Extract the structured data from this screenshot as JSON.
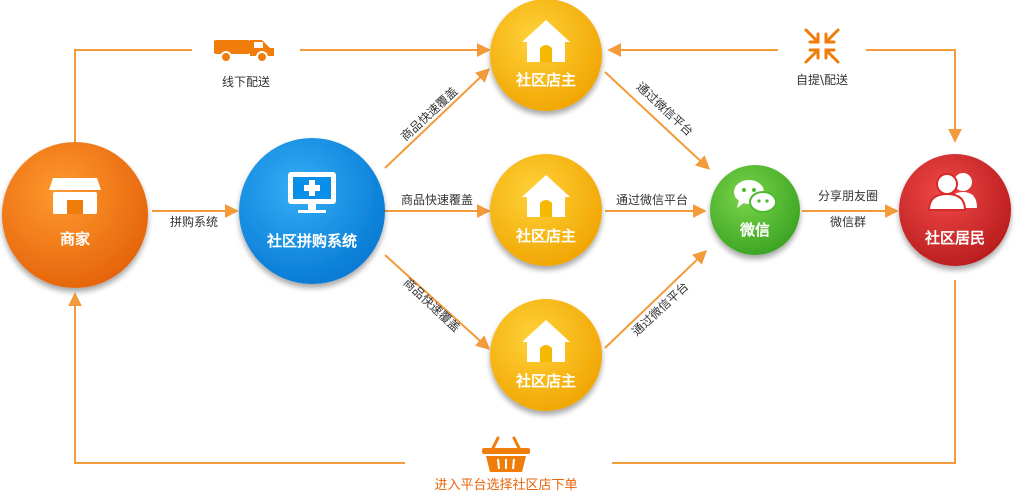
{
  "nodes": {
    "merchant": "商家",
    "platform": "社区拼购系统",
    "store_top": "社区店主",
    "store_mid": "社区店主",
    "store_bottom": "社区店主",
    "wechat": "微信",
    "residents": "社区居民"
  },
  "edges": {
    "offline_delivery": "线下配送",
    "pickup_delivery": "自提\\配送",
    "group_buy_system": "拼购系统",
    "coverage_top": "商品快速覆盖",
    "coverage_mid": "商品快速覆盖",
    "coverage_bottom": "商品快速覆盖",
    "via_wechat_top": "通过微信平台",
    "via_wechat_mid": "通过微信平台",
    "via_wechat_bottom": "通过微信平台",
    "share_moments": "分享朋友圈",
    "wechat_group": "微信群",
    "enter_platform": "进入平台选择社区店下单"
  },
  "colors": {
    "orange": "#f07c0a",
    "blue": "#0a8fe8",
    "yellow": "#f6b800",
    "green": "#4cb92f",
    "red": "#d42a2a",
    "arrow": "#f39a3a"
  },
  "icons": [
    "storefront-icon",
    "monitor-plus-icon",
    "house-icon",
    "wechat-icon",
    "people-icon",
    "truck-icon",
    "compress-arrows-icon",
    "basket-icon"
  ]
}
